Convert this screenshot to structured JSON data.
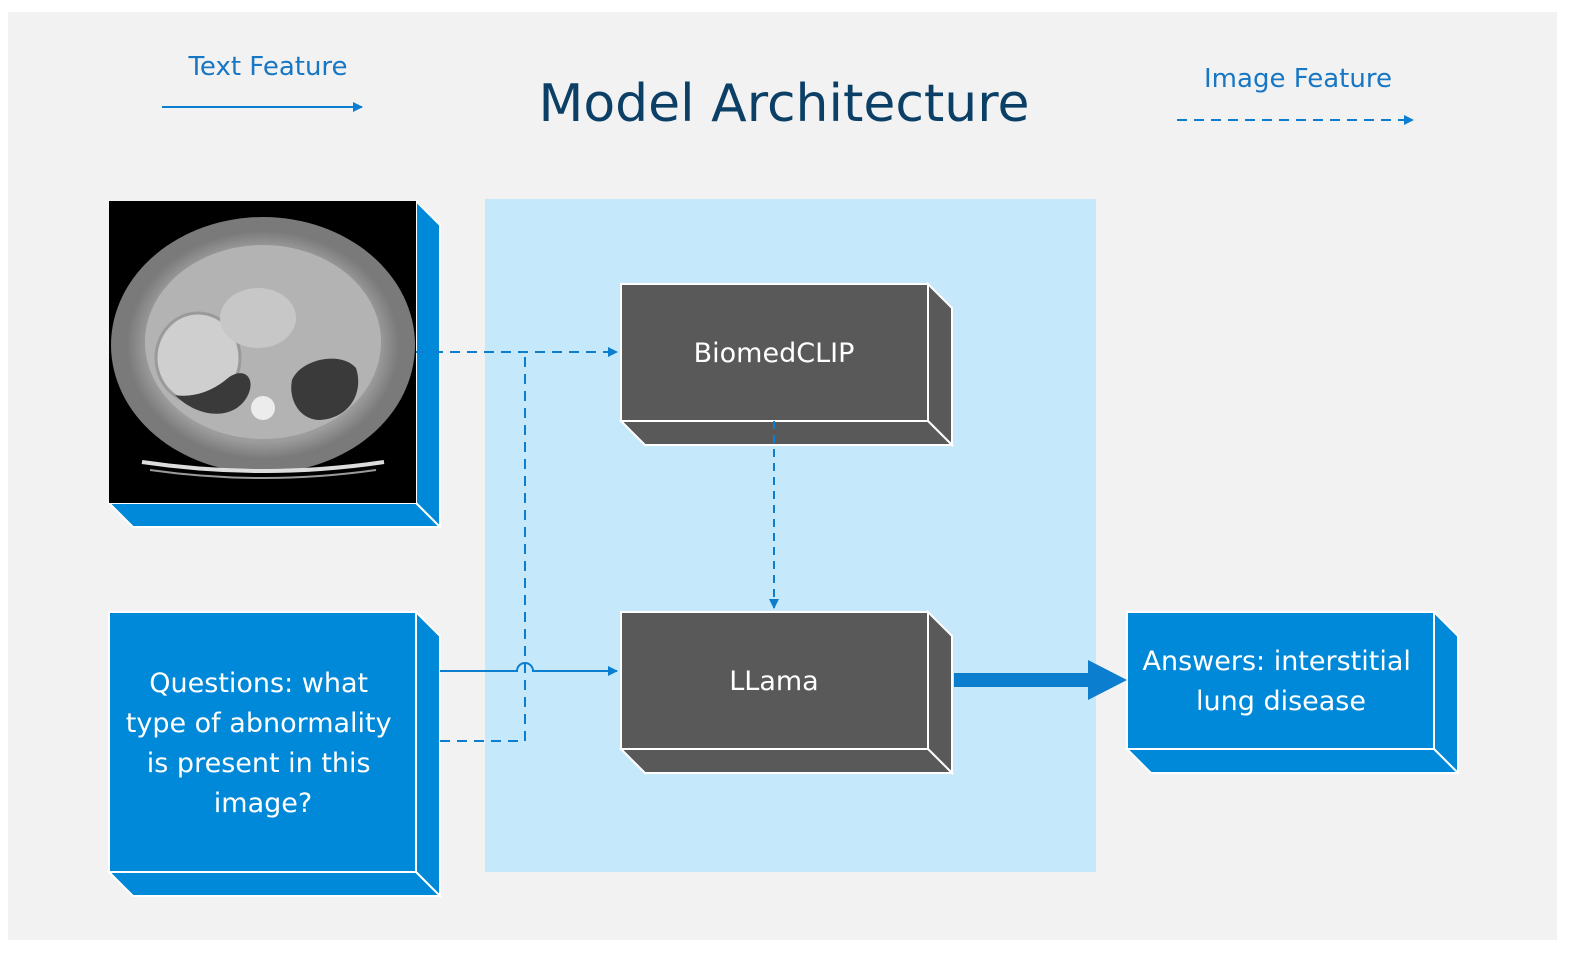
{
  "title": "Model Architecture",
  "legend": {
    "text_feature": "Text Feature",
    "image_feature": "Image Feature"
  },
  "nodes": {
    "biomedclip": "BiomedCLIP",
    "llama": "LLama",
    "question_lines": [
      "Questions: what",
      "type of abnormality",
      "is present in this",
      "image?"
    ],
    "answer_lines": [
      "Answers: interstitial",
      "lung disease"
    ]
  },
  "colors": {
    "accent_blue": "#0088d9",
    "title_blue": "#0b3f66",
    "link_blue": "#1777c4",
    "panel_bg": "#f2f2f2",
    "zone_bg": "#c5e8fa",
    "model_box": "#595959",
    "ct_background": "#000000"
  },
  "image_icon": "ct-scan-image"
}
